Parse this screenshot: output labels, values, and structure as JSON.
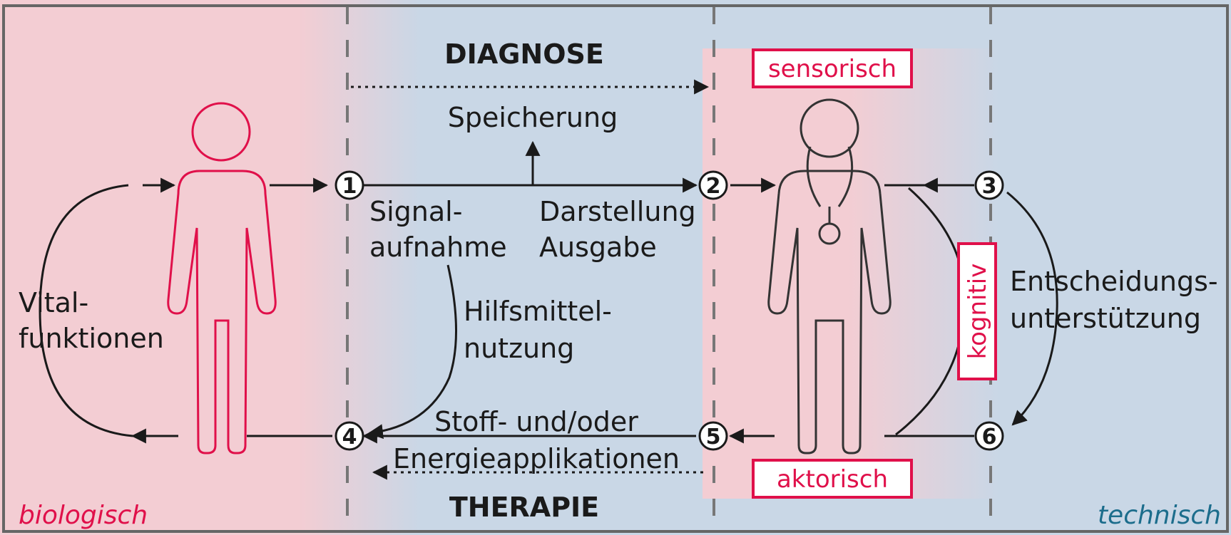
{
  "diagram": {
    "headings": {
      "diagnose": "DIAGNOSE",
      "therapie": "THERAPIE"
    },
    "zones": {
      "left": "biologisch",
      "right": "technisch"
    },
    "boxes": {
      "sensorisch": "sensorisch",
      "aktorisch": "aktorisch",
      "kognitiv": "kognitiv"
    },
    "labels": {
      "speicherung": "Speicherung",
      "signal_line1": "Signal-",
      "signal_line2": "aufnahme",
      "darstellung_line1": "Darstellung",
      "darstellung_line2": "Ausgabe",
      "vital_line1": "Vital-",
      "vital_line2": "funktionen",
      "hilfsmittel_line1": "Hilfsmittel-",
      "hilfsmittel_line2": "nutzung",
      "entscheidung_line1": "Entscheidungs-",
      "entscheidung_line2": "unterstützung",
      "stoff_line1": "Stoff- und/oder",
      "stoff_line2": "Energieapplikationen"
    },
    "nodes": [
      "1",
      "2",
      "3",
      "4",
      "5",
      "6"
    ],
    "colors": {
      "red": "#e0104a",
      "blue_text": "#1c6d8c",
      "pink_bg": "#f3cdd3",
      "blue_bg": "#c9d7e6",
      "line": "#1a1a1a"
    }
  }
}
